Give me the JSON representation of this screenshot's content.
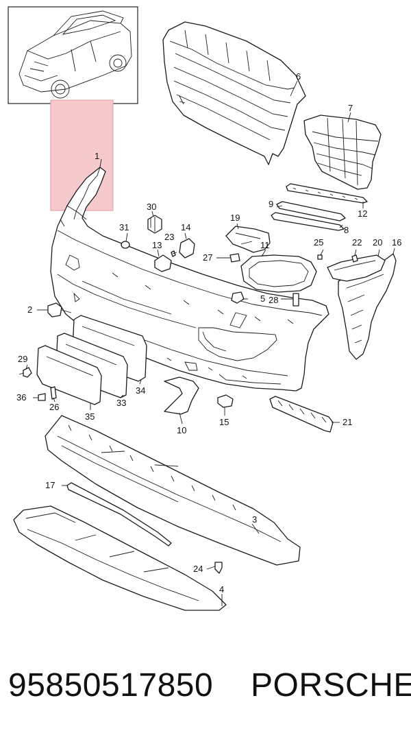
{
  "diagram": {
    "highlight_color": "#f6c9cc",
    "callouts": [
      "1",
      "2",
      "3",
      "4",
      "5",
      "6",
      "7",
      "8",
      "9",
      "10",
      "11",
      "12",
      "13",
      "14",
      "15",
      "16",
      "17",
      "19",
      "20",
      "21",
      "22",
      "23",
      "24",
      "25",
      "26",
      "27",
      "28",
      "29",
      "30",
      "31",
      "33",
      "34",
      "35",
      "36"
    ]
  },
  "footer": {
    "part_number": "95850517850",
    "brand": "PORSCHE"
  }
}
